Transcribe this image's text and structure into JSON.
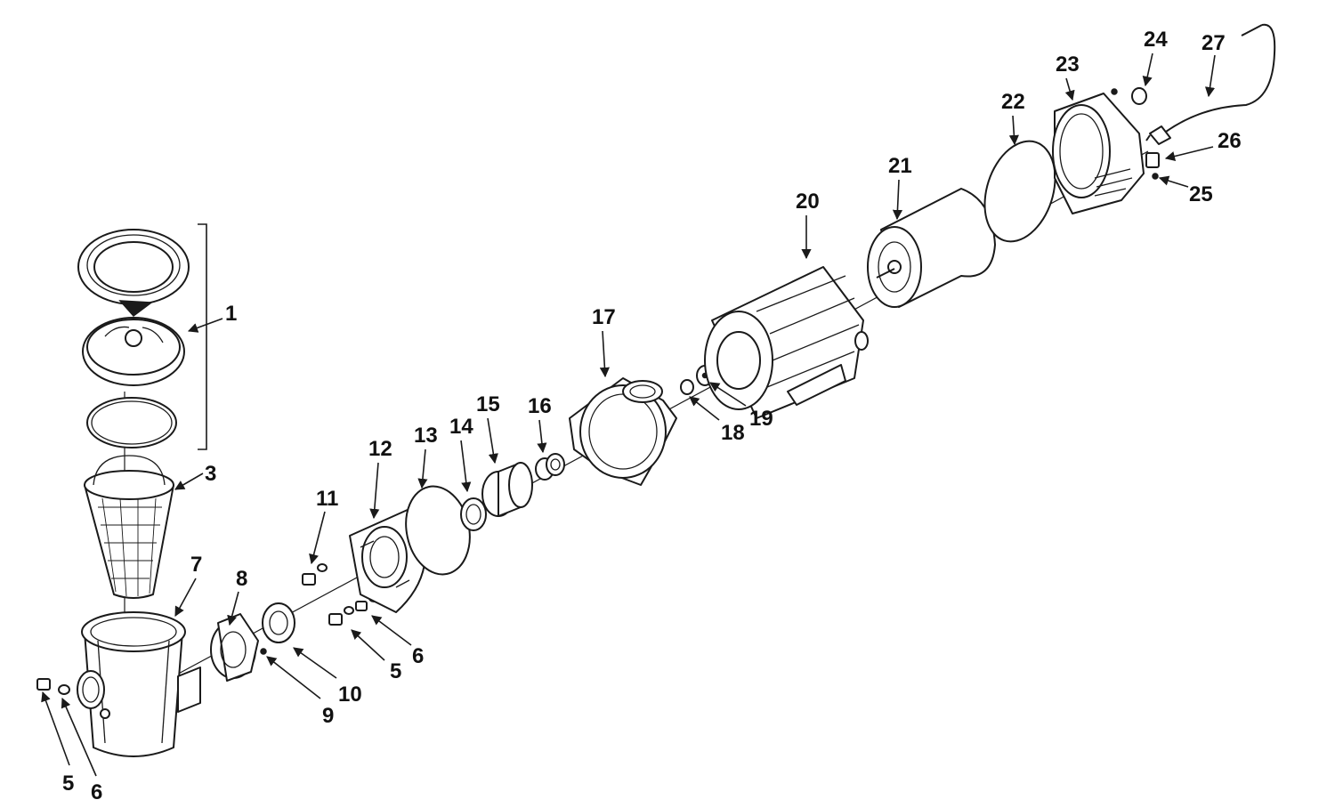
{
  "labels": [
    {
      "id": "p1",
      "text": "1"
    },
    {
      "id": "p3",
      "text": "3"
    },
    {
      "id": "p5a",
      "text": "5"
    },
    {
      "id": "p5b",
      "text": "5"
    },
    {
      "id": "p6a",
      "text": "6"
    },
    {
      "id": "p6b",
      "text": "6"
    },
    {
      "id": "p7",
      "text": "7"
    },
    {
      "id": "p8",
      "text": "8"
    },
    {
      "id": "p9",
      "text": "9"
    },
    {
      "id": "p10",
      "text": "10"
    },
    {
      "id": "p11",
      "text": "11"
    },
    {
      "id": "p12",
      "text": "12"
    },
    {
      "id": "p13",
      "text": "13"
    },
    {
      "id": "p14",
      "text": "14"
    },
    {
      "id": "p15",
      "text": "15"
    },
    {
      "id": "p16",
      "text": "16"
    },
    {
      "id": "p17",
      "text": "17"
    },
    {
      "id": "p18",
      "text": "18"
    },
    {
      "id": "p19",
      "text": "19"
    },
    {
      "id": "p20",
      "text": "20"
    },
    {
      "id": "p21",
      "text": "21"
    },
    {
      "id": "p22",
      "text": "22"
    },
    {
      "id": "p23",
      "text": "23"
    },
    {
      "id": "p24",
      "text": "24"
    },
    {
      "id": "p25",
      "text": "25"
    },
    {
      "id": "p26",
      "text": "26"
    },
    {
      "id": "p27",
      "text": "27"
    }
  ]
}
